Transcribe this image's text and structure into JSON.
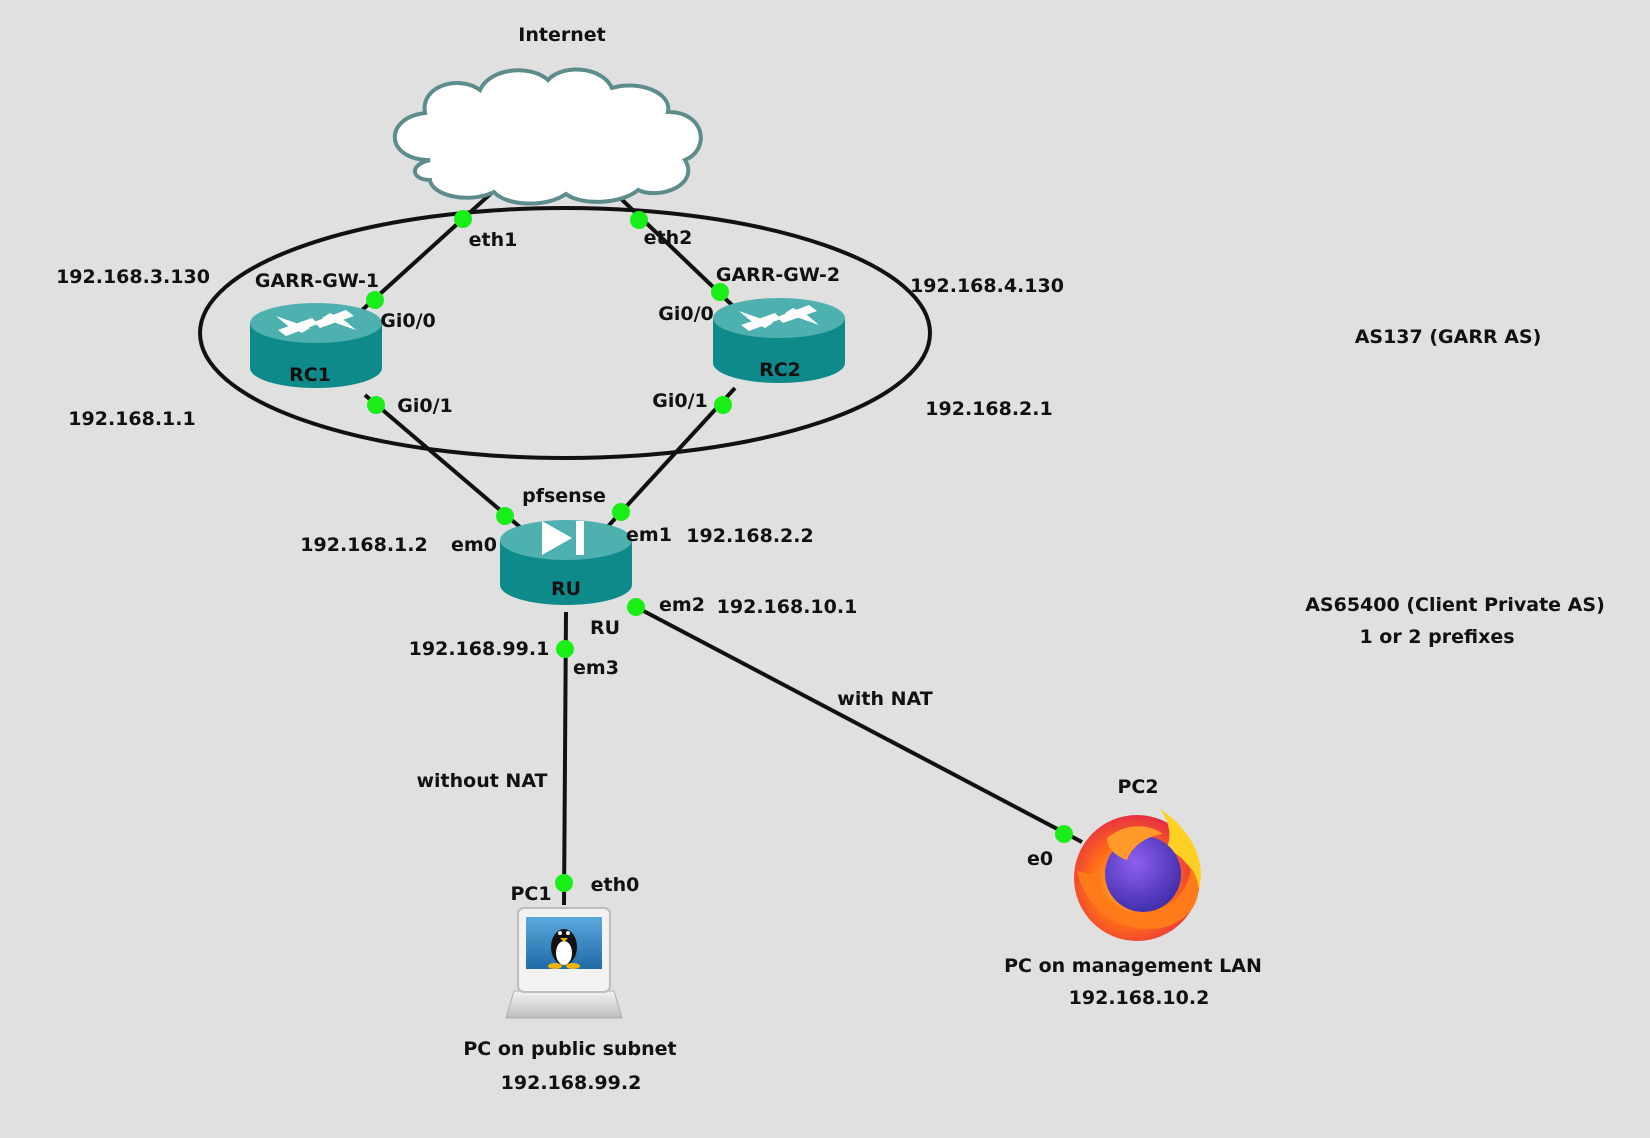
{
  "canvas": {
    "background": "#e0e0e0"
  },
  "colors": {
    "link": "#111111",
    "port_dot": "#19ee19",
    "router_body": "#0f8a8a",
    "router_top": "#4fb0b0",
    "cloud_stroke": "#5d8c8c"
  },
  "nodes": {
    "internet": {
      "label": "Internet",
      "icon": "cloud-icon"
    },
    "rc1": {
      "name": "RC1",
      "title": "GARR-GW-1",
      "icon": "router-icon"
    },
    "rc2": {
      "name": "RC2",
      "title": "GARR-GW-2",
      "icon": "router-icon"
    },
    "ru": {
      "name": "RU",
      "title": "pfsense",
      "sublabel": "RU",
      "icon": "firewall-icon"
    },
    "pc1": {
      "name": "PC1",
      "icon": "linux-pc-icon",
      "desc": "PC on public subnet",
      "ip": "192.168.99.2"
    },
    "pc2": {
      "name": "PC2",
      "icon": "firefox-icon",
      "desc": "PC on management LAN",
      "ip": "192.168.10.2"
    }
  },
  "ports": {
    "internet_eth1": "eth1",
    "internet_eth2": "eth2",
    "rc1_gi00": "Gi0/0",
    "rc1_gi01": "Gi0/1",
    "rc2_gi00": "Gi0/0",
    "rc2_gi01": "Gi0/1",
    "ru_em0": "em0",
    "ru_em1": "em1",
    "ru_em2": "em2",
    "ru_em3": "em3",
    "pc1_eth0": "eth0",
    "pc2_e0": "e0"
  },
  "addresses": {
    "rc1_wan": "192.168.3.130",
    "rc2_wan": "192.168.4.130",
    "rc1_lan": "192.168.1.1",
    "rc2_lan": "192.168.2.1",
    "ru_em0": "192.168.1.2",
    "ru_em1": "192.168.2.2",
    "ru_em2": "192.168.10.1",
    "ru_em3": "192.168.99.1"
  },
  "link_notes": {
    "em3_link": "without NAT",
    "em2_link": "with NAT"
  },
  "annotations": {
    "garr_as": "AS137 (GARR AS)",
    "client_as": "AS65400 (Client Private AS)",
    "client_prefixes": "1 or 2 prefixes"
  }
}
